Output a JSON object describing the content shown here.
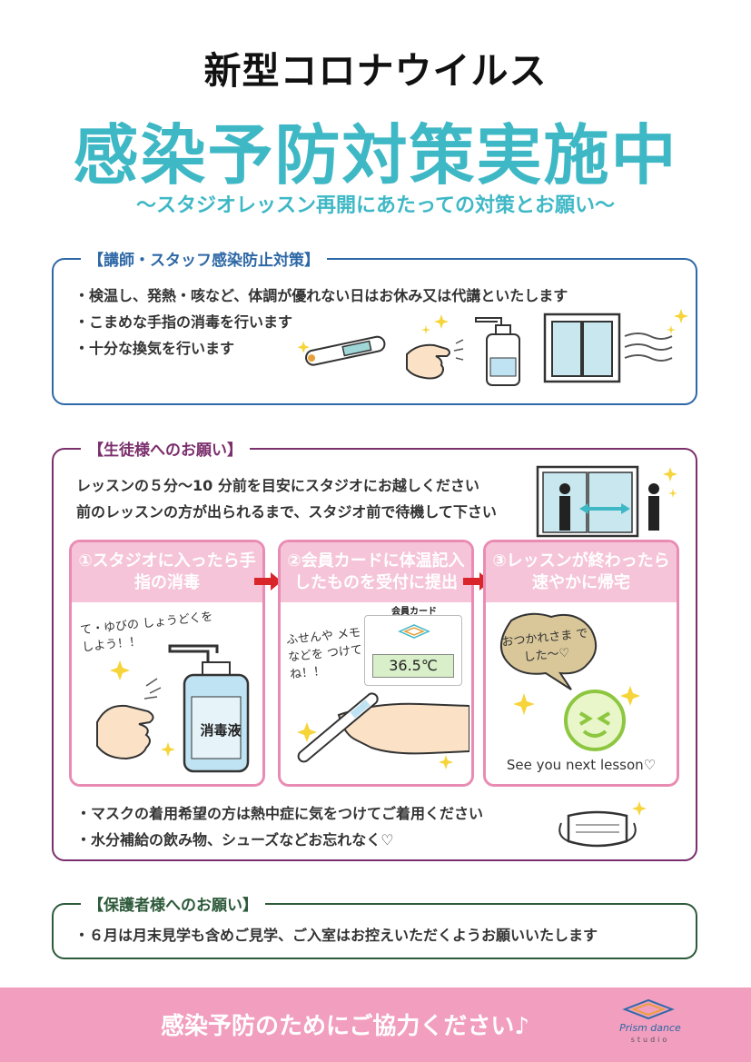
{
  "header": {
    "title_line1": "新型コロナウイルス",
    "title_line2": "感染予防対策実施中",
    "subtitle": "〜スタジオレッスン再開にあたっての対策とお願い〜"
  },
  "staff_section": {
    "heading": "【講師・スタッフ感染防止対策】",
    "items": [
      "・検温し、発熱・咳など、体調が優れない日はお休み又は代講といたします",
      "・こまめな手指の消毒を行います",
      "・十分な換気を行います"
    ]
  },
  "student_section": {
    "heading": "【生徒様へのお願い】",
    "intro": [
      "レッスンの５分〜10 分前を目安にスタジオにお越しください",
      "前のレッスンの方が出られるまで、スタジオ前で待機して下さい"
    ],
    "steps": [
      {
        "title": "①スタジオに入ったら手指の消毒",
        "handwriting": "て・ゆびの しょうどくをしよう！！",
        "bottle_label": "消毒液"
      },
      {
        "title": "②会員カードに体温記入したものを受付に提出",
        "handwriting": "ふせんや メモなどを つけてね！！",
        "card_title": "会員カード",
        "temperature": "36.5℃"
      },
      {
        "title": "③レッスンが終わったら速やかに帰宅",
        "bubble_text": "おつかれさま でした〜♡",
        "caption": "See you next lesson♡"
      }
    ],
    "notes": [
      "・マスクの着用希望の方は熱中症に気をつけてご着用ください",
      "・水分補給の飲み物、シューズなどお忘れなく♡"
    ]
  },
  "guardian_section": {
    "heading": "【保護者様へのお願い】",
    "items": [
      "・６月は月末見学も含めご見学、ご入室はお控えいただくようお願いいたします"
    ]
  },
  "footer": {
    "message": "感染予防のためにご協力ください♪",
    "logo_text": "Prism dance",
    "logo_sub": "studio"
  },
  "colors": {
    "teal": "#3fb8c6",
    "blue_border": "#2e68a6",
    "purple_border": "#7b2f6d",
    "green_border": "#2d5a3a",
    "pink": "#f19ebf",
    "step_header": "#f6c4d8"
  }
}
